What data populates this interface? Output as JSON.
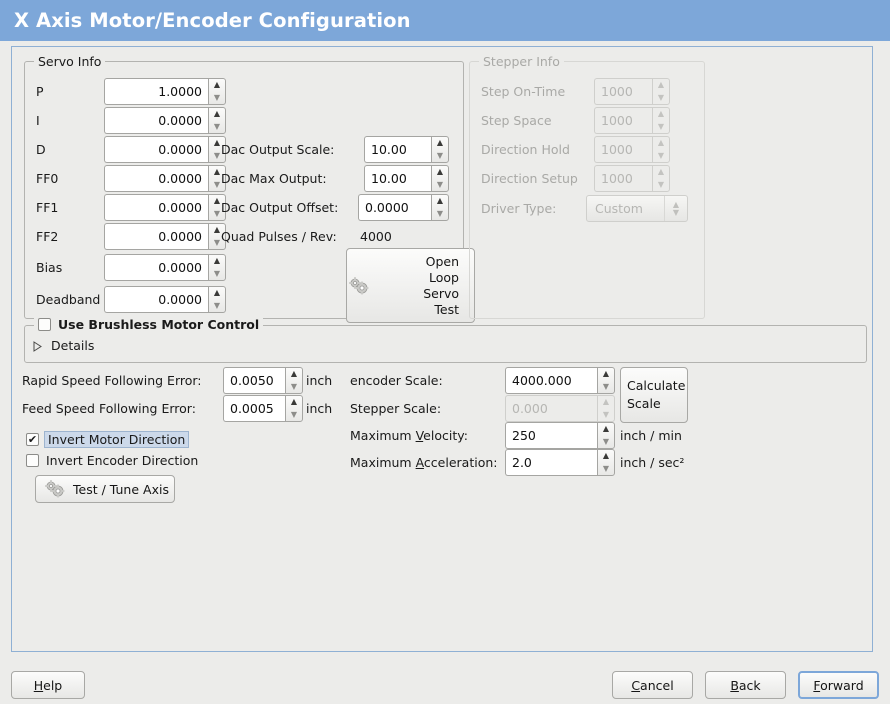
{
  "window": {
    "title": "X Axis Motor/Encoder Configuration",
    "title_bar_color": "#7da7d9",
    "background_color": "#ececea",
    "content_border_color": "#8fb0d4"
  },
  "servo_info": {
    "legend": "Servo Info",
    "fields": [
      {
        "label": "P",
        "value": "1.0000"
      },
      {
        "label": "I",
        "value": "0.0000"
      },
      {
        "label": "D",
        "value": "0.0000"
      },
      {
        "label": "FF0",
        "value": "0.0000"
      },
      {
        "label": "FF1",
        "value": "0.0000"
      },
      {
        "label": "FF2",
        "value": "0.0000"
      },
      {
        "label": "Bias",
        "value": "0.0000"
      },
      {
        "label": "Deadband",
        "value": "0.0000"
      }
    ],
    "dac": [
      {
        "label": "Dac Output Scale:",
        "value": "10.00"
      },
      {
        "label": "Dac Max Output:",
        "value": "10.00"
      },
      {
        "label": "Dac Output Offset:",
        "value": "0.0000"
      }
    ],
    "quad_pulses_label": "Quad Pulses / Rev:",
    "quad_pulses_value": "4000",
    "open_loop_button": {
      "lines": [
        "Open",
        "Loop",
        "Servo",
        "Test"
      ],
      "icon": "gears-icon"
    }
  },
  "stepper_info": {
    "legend": "Stepper Info",
    "disabled": true,
    "fields": [
      {
        "label": "Step On-Time",
        "value": "1000"
      },
      {
        "label": "Step Space",
        "value": "1000"
      },
      {
        "label": "Direction Hold",
        "value": "1000"
      },
      {
        "label": "Direction Setup",
        "value": "1000"
      }
    ],
    "driver_type_label": "Driver Type:",
    "driver_type_value": "Custom"
  },
  "brushless": {
    "checkbox_label": "Use Brushless Motor Control",
    "checked": false,
    "details_label": "Details",
    "details_expanded": false
  },
  "following_errors": [
    {
      "label": "Rapid Speed Following Error:",
      "value": "0.0050",
      "unit": "inch"
    },
    {
      "label": "Feed Speed Following Error:",
      "value": "0.0005",
      "unit": "inch"
    }
  ],
  "invert": {
    "motor_label": "Invert Motor Direction",
    "motor_checked": true,
    "motor_focused": true,
    "encoder_label": "Invert Encoder Direction",
    "encoder_checked": false
  },
  "test_tune_button": {
    "label": "Test / Tune Axis",
    "icon": "gears-icon"
  },
  "scale_panel": {
    "encoder_scale_label": "encoder Scale:",
    "encoder_scale_value": "4000.000",
    "stepper_scale_label": "Stepper Scale:",
    "stepper_scale_value": "0.000",
    "stepper_scale_disabled": true,
    "calculate_button_lines": [
      "Calculate",
      "Scale"
    ],
    "max_velocity_label_pre": "Maximum ",
    "max_velocity_label_mnemonic": "V",
    "max_velocity_label_post": "elocity:",
    "max_velocity_value": "250",
    "max_velocity_unit": "inch / min",
    "max_accel_label_pre": "Maximum ",
    "max_accel_label_mnemonic": "A",
    "max_accel_label_post": "cceleration:",
    "max_accel_value": "2.0",
    "max_accel_unit": "inch / sec²"
  },
  "buttons": {
    "help": {
      "pre": "",
      "mnemonic": "H",
      "post": "elp"
    },
    "cancel": {
      "pre": "",
      "mnemonic": "C",
      "post": "ancel"
    },
    "back": {
      "pre": "",
      "mnemonic": "B",
      "post": "ack"
    },
    "forward": {
      "pre": "",
      "mnemonic": "F",
      "post": "orward",
      "focused": true
    }
  }
}
